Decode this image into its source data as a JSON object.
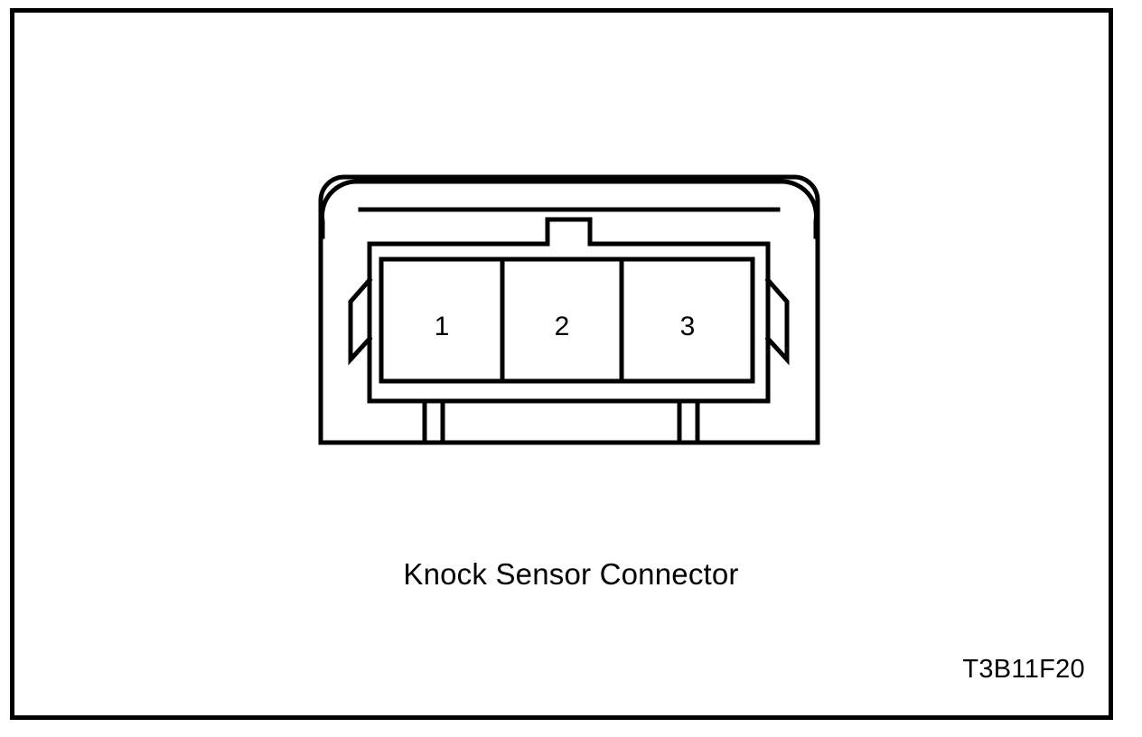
{
  "page": {
    "background_color": "#ffffff",
    "line_color": "#000000",
    "border": {
      "name": "page-frame",
      "stroke_width": 5
    }
  },
  "figure": {
    "title": "Knock Sensor Connector",
    "reference_code": "T3B11F20",
    "type": "automotive-connector-pinout",
    "connector": {
      "cavity_count": 3,
      "orientation": "front-view",
      "features": [
        "outer-housing",
        "top-keying-tab",
        "left-latch",
        "right-latch",
        "inner-shroud",
        "pin-cavity-block",
        "bottom-tabs"
      ]
    },
    "pins": [
      {
        "number": "1"
      },
      {
        "number": "2"
      },
      {
        "number": "3"
      }
    ]
  }
}
